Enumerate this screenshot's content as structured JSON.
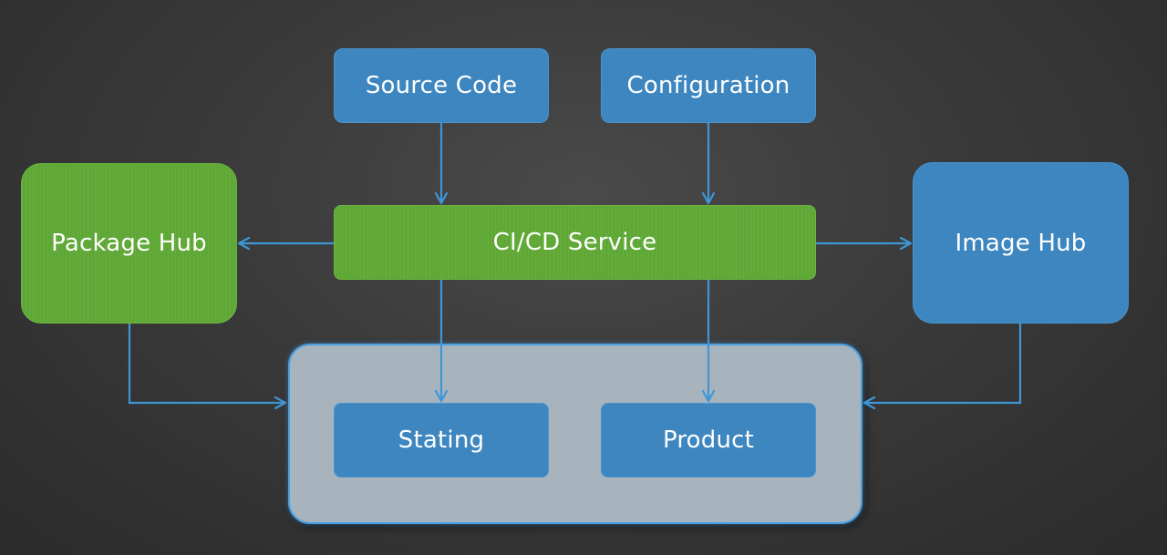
{
  "diagram": {
    "nodes": {
      "source_code": "Source Code",
      "configuration": "Configuration",
      "package_hub": "Package Hub",
      "cicd_service": "CI/CD Service",
      "image_hub": "Image Hub",
      "stating": "Stating",
      "product": "Product"
    },
    "edges": [
      {
        "from": "Source Code",
        "to": "CI/CD Service"
      },
      {
        "from": "Configuration",
        "to": "CI/CD Service"
      },
      {
        "from": "CI/CD Service",
        "to": "Package Hub"
      },
      {
        "from": "CI/CD Service",
        "to": "Image Hub"
      },
      {
        "from": "CI/CD Service",
        "to": "Stating"
      },
      {
        "from": "CI/CD Service",
        "to": "Product"
      },
      {
        "from": "Package Hub",
        "to": "environment-group"
      },
      {
        "from": "Image Hub",
        "to": "environment-group"
      }
    ],
    "colors": {
      "blue_node": "#3d86c0",
      "green_node": "#5fa836",
      "arrow": "#3f96d6",
      "environment_group": "#a7b3bd"
    }
  }
}
